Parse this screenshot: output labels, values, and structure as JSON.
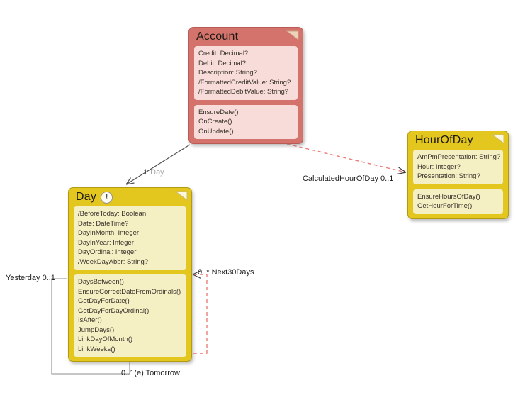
{
  "diagram": {
    "background_color": "#ffffff",
    "classes": [
      {
        "name": "Account",
        "header_color": "#d3736c",
        "panel_color": "#f7dcd9",
        "attributes": [
          "Credit: Decimal?",
          "Debit: Decimal?",
          "Description: String?",
          "/FormattedCreditValue: String?",
          "/FormattedDebitValue: String?"
        ],
        "methods": [
          "EnsureDate()",
          "OnCreate()",
          "OnUpdate()"
        ]
      },
      {
        "name": "Day",
        "warning_badge": "!",
        "header_color": "#e4c71e",
        "panel_color": "#f5efc4",
        "attributes": [
          "/BeforeToday: Boolean",
          "Date: DateTime?",
          "DayInMonth: Integer",
          "DayInYear: Integer",
          "DayOrdinal: Integer",
          "/WeekDayAbbr: String?"
        ],
        "methods": [
          "DaysBetween()",
          "EnsureCorrectDateFromOrdinals()",
          "GetDayForDate()",
          "GetDayForDayOrdinal()",
          "IsAfter()",
          "JumpDays()",
          "LinkDayOfMonth()",
          "LinkWeeks()"
        ]
      },
      {
        "name": "HourOfDay",
        "header_color": "#e4c71e",
        "panel_color": "#f5efc4",
        "attributes": [
          "AmPmPresentation: String?",
          "Hour: Integer?",
          "Presentation: String?"
        ],
        "methods": [
          "EnsureHoursOfDay()",
          "GetHourForTime()"
        ]
      }
    ],
    "relationships": [
      {
        "from": "Account",
        "to": "Day",
        "multiplicity": "1",
        "role": "Day",
        "line_style": "solid",
        "color": "#4f4f4f"
      },
      {
        "from": "Account",
        "to": "HourOfDay",
        "label": "CalculatedHourOfDay 0..1",
        "line_style": "dashed",
        "color": "#ec7d74"
      },
      {
        "from": "Day",
        "to": "Day",
        "label_left": "Yesterday 0..1",
        "label_bottom": "0..1(e) Tomorrow",
        "line_style": "solid",
        "color": "#8c8c8c"
      },
      {
        "from": "Day",
        "to": "Day",
        "label": "0..* Next30Days",
        "line_style": "dashed",
        "color": "#ec7d74"
      }
    ]
  }
}
